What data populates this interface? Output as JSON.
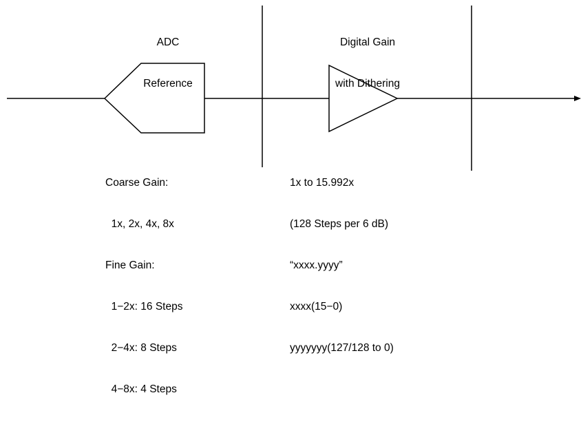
{
  "headers": {
    "adc_reference": [
      "ADC",
      "Reference"
    ],
    "digital_gain": [
      "Digital Gain",
      "with Dithering"
    ]
  },
  "coarse_fine": [
    "Coarse Gain:",
    "  1x, 2x, 4x, 8x",
    "Fine Gain:",
    "  1−2x: 16 Steps",
    "  2−4x: 8 Steps",
    "  4−8x: 4 Steps"
  ],
  "digital_notes": [
    "1x to 15.992x",
    "(128 Steps per 6 dB)",
    "“xxxx.yyyy”",
    "xxxx(15−0)",
    "yyyyyyy(127/128 to 0)"
  ]
}
